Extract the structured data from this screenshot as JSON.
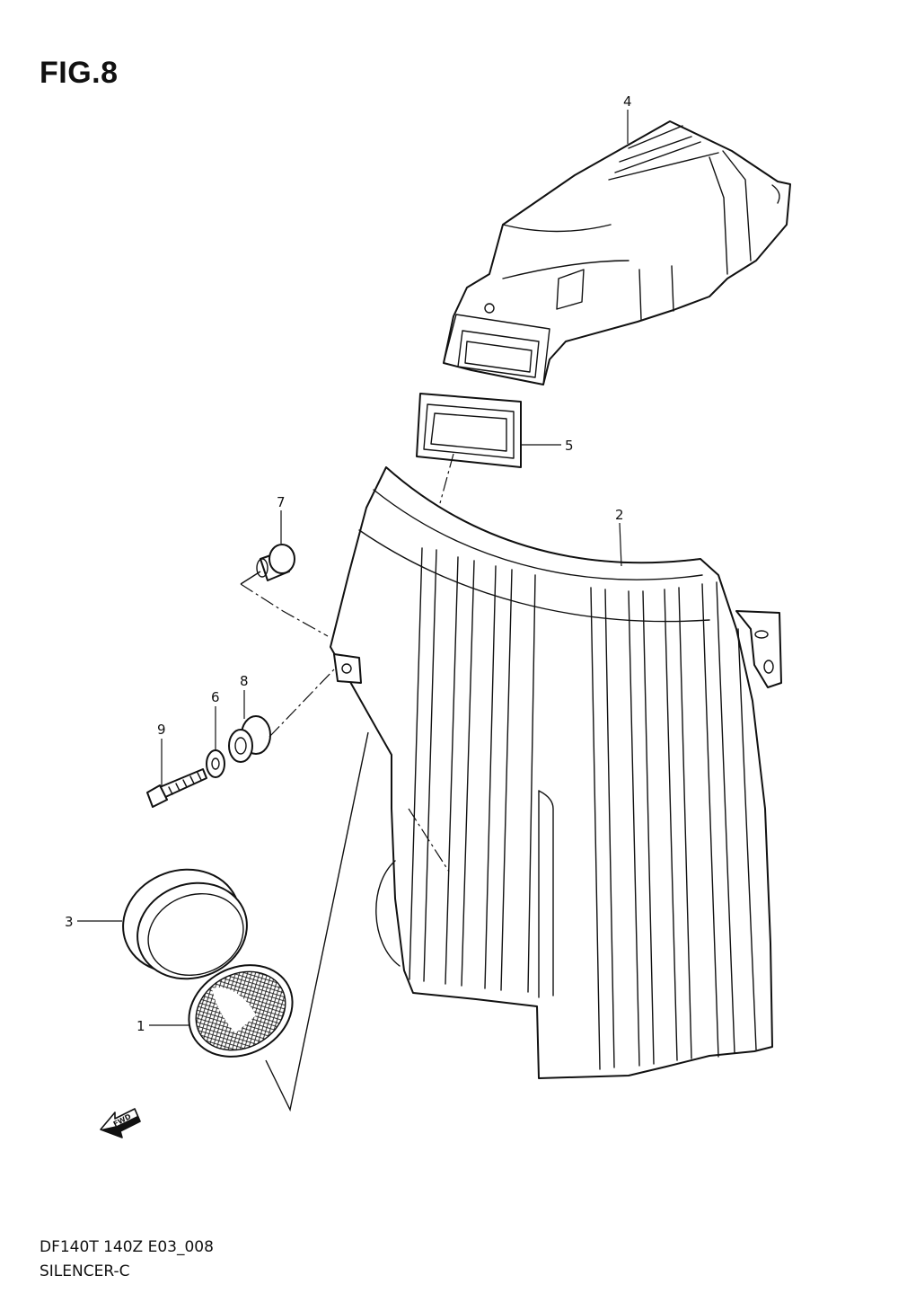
{
  "figure": {
    "title": "FIG.8",
    "code": "DF140T 140Z E03_008",
    "name": "SILENCER-C"
  },
  "callouts": [
    "1",
    "2",
    "3",
    "4",
    "5",
    "6",
    "7",
    "8",
    "9"
  ],
  "direction_marker": {
    "label": "FWD",
    "icon": "forward-arrow-icon"
  }
}
